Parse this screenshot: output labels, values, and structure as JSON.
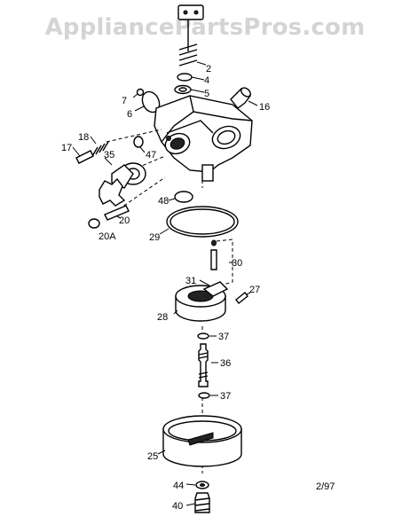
{
  "watermark": "AppliancePartsPros.com",
  "date_code": "2/97",
  "callouts": {
    "p2": "2",
    "p4": "4",
    "p5": "5",
    "p7": "7",
    "p6": "6",
    "p16": "16",
    "p18": "18",
    "p17": "17",
    "p35": "35",
    "p47": "47",
    "p48": "48",
    "p20": "20",
    "p20a": "20A",
    "p29": "29",
    "p30": "30",
    "p31": "31",
    "p27": "27",
    "p28": "28",
    "p37a": "37",
    "p36": "36",
    "p37b": "37",
    "p25": "25",
    "p44": "44",
    "p40": "40"
  }
}
